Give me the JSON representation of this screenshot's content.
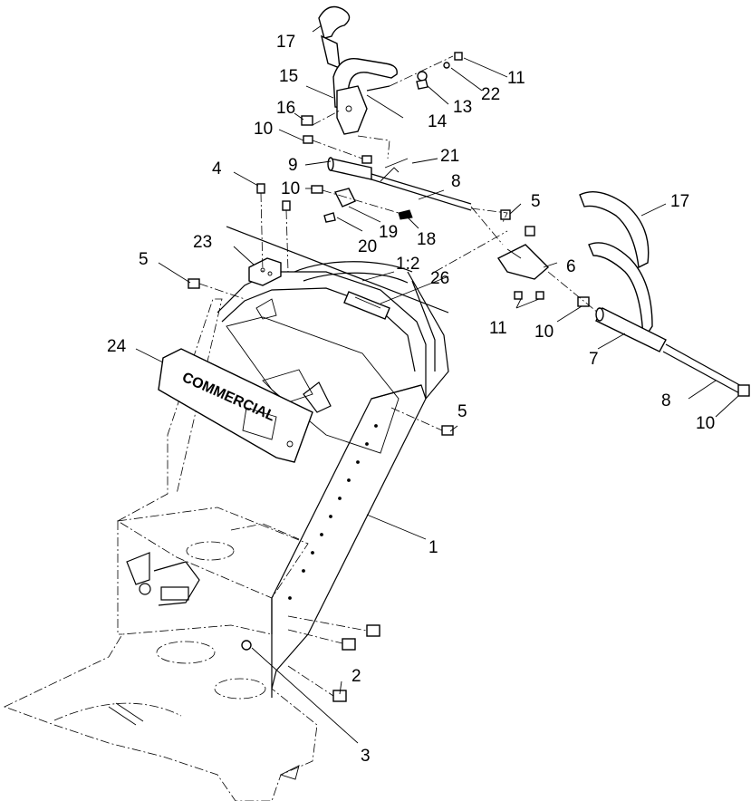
{
  "callouts": {
    "c1": "1",
    "c2": "2",
    "c3": "3",
    "c4": "4",
    "c5a": "5",
    "c5b": "5",
    "c5c": "5",
    "c6": "6",
    "c7": "7",
    "c8a": "8",
    "c8b": "8",
    "c9": "9",
    "c10a": "10",
    "c10b": "10",
    "c10c": "10",
    "c10d": "10",
    "c11a": "11",
    "c11b": "11",
    "c13": "13",
    "c14": "14",
    "c15": "15",
    "c16": "16",
    "c17a": "17",
    "c17b": "17",
    "c18": "18",
    "c19": "19",
    "c20": "20",
    "c21": "21",
    "c22": "22",
    "c23": "23",
    "c24": "24",
    "c26": "26"
  },
  "scale_note": "1:2",
  "decal_text": "COMMERCIAL"
}
